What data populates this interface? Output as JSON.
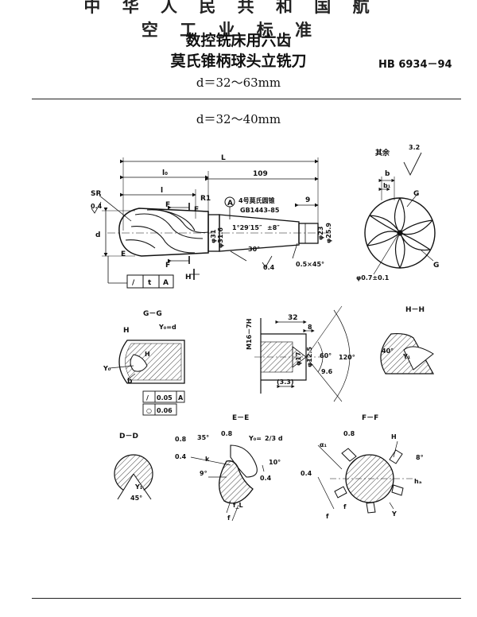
{
  "header": {
    "top_banner": "中 华 人 民 共 和 国 航 空 工 业 标 准",
    "title_line1": "数控铣床用六齿",
    "title_line2": "莫氏锥柄球头立铣刀",
    "diameter_range": "d＝32～63mm",
    "standard_number": "HB 6934－94"
  },
  "drawing": {
    "subtitle": "d＝32～40mm",
    "main_view": {
      "dim_L": "L",
      "dim_l0": "l₀",
      "dim_l": "l",
      "dim_109": "109",
      "dim_9": "9",
      "dim_d": "d",
      "label_SR": "SR",
      "label_R1": "R1",
      "roughness_04": "0.4",
      "roughness_04b": "0.4",
      "section_F_top": "F",
      "section_F_bottom": "F",
      "section_E": "E",
      "section_Ea": "E",
      "section_H": "H",
      "section_G": "G",
      "section_Gb": "G",
      "circle_A": "A",
      "taper_note_line1": "4号莫氏圆锥",
      "taper_note_line2": "GB1443-85",
      "taper_angle": "1°29′15″",
      "taper_tol": "±8″",
      "angle_30": "30°",
      "dim_phi31_6": "φ31.6",
      "dim_phi31": "φ31",
      "dim_phi23": "φ23",
      "dim_phi25_9": "φ25.9",
      "chamfer": "0.5×45°",
      "tolerance_frame": [
        "/",
        "t",
        "A"
      ],
      "end_view_b": "b",
      "end_view_b1": "b₁",
      "end_view_hole": "φ0.7±0.1",
      "surface_rest": "其余",
      "surface_rest_value": "3.2"
    },
    "section_GG": {
      "title": "G－G",
      "label_H": "H",
      "label_Ho": "H",
      "label_Yo": "Y₀",
      "label_Y0_eq_d": "Y₀=d",
      "label_b": "b",
      "frame1": [
        "/",
        "0.05",
        "A"
      ],
      "frame2": [
        "○",
        "0.06"
      ]
    },
    "detail_tang": {
      "dim_32": "32",
      "dim_8": "8",
      "thread": "M16－7H",
      "dim_phi17": "φ17",
      "dim_phi12_5": "φ12.5",
      "angle_60": "60°",
      "angle_120": "120°",
      "dim_9_6": "9.6",
      "dim_3_3": "(3.3)"
    },
    "section_HH": {
      "title": "H－H",
      "angle": "40°",
      "label": "Y₁"
    },
    "section_DD": {
      "title": "D－D",
      "angle": "45°",
      "label": "Y₁"
    },
    "section_EE": {
      "title": "E－E",
      "r08": "0.8",
      "r08b": "0.8",
      "r04": "0.4",
      "r04b": "0.4",
      "angle_35": "35°",
      "angle_10": "10°",
      "angle_9": "9°",
      "label_Y0": "Y₀=",
      "label_Y0_val": "2/3 d",
      "label_fL": "f_L",
      "label_f": "f",
      "label_k": "k"
    },
    "section_FF": {
      "title": "F－F",
      "r08": "0.8",
      "r04": "0.4",
      "angle_8": "8°",
      "label_H": "H",
      "label_ha": "hₐ",
      "label_Y": "Y",
      "label_f": "f",
      "label_fl": "f",
      "label_alpha": "α₁"
    }
  }
}
